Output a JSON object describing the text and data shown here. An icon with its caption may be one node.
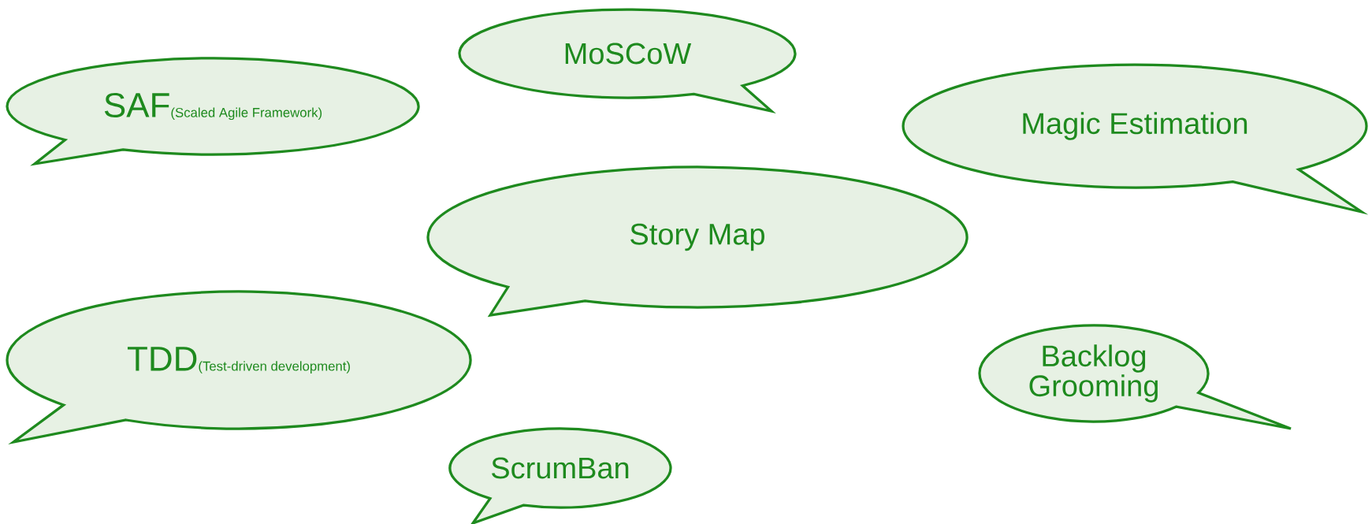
{
  "diagram": {
    "nodes": [
      {
        "text": [
          "SAF",
          "(Scaled Agile Framework)"
        ]
      },
      {
        "text": [
          "MoSCoW"
        ]
      },
      {
        "text": [
          "Magic Estimation"
        ]
      },
      {
        "text": [
          "Story Map"
        ]
      },
      {
        "text": [
          "TDD",
          "(Test-driven development)"
        ]
      },
      {
        "text": [
          "Backlog Grooming"
        ]
      },
      {
        "text": [
          "ScrumBan"
        ]
      }
    ]
  }
}
